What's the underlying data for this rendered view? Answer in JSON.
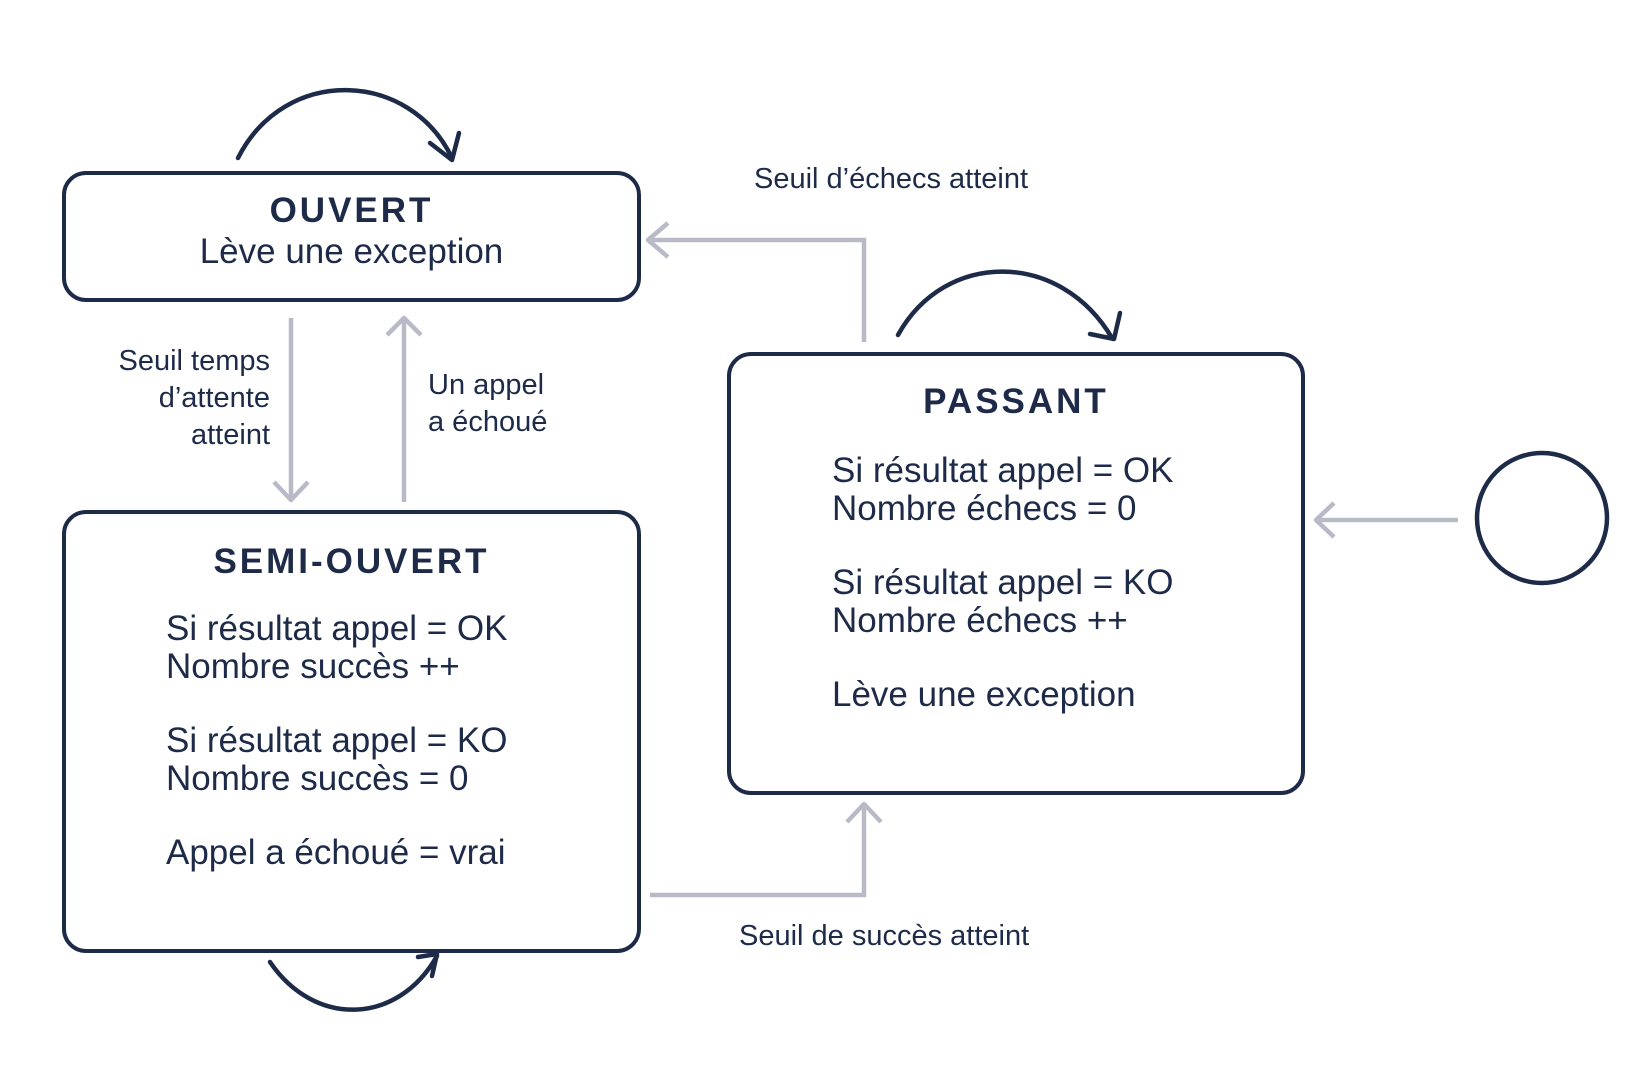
{
  "states": {
    "ouvert": {
      "title": "OUVERT",
      "subtitle": "Lève une exception"
    },
    "semi_ouvert": {
      "title": "SEMI-OUVERT",
      "lines": [
        "Si résultat appel = OK",
        "Nombre succès ++",
        "Si résultat appel = KO",
        "Nombre succès = 0",
        "Appel a échoué = vrai"
      ]
    },
    "passant": {
      "title": "PASSANT",
      "lines": [
        "Si résultat appel = OK",
        "Nombre échecs = 0",
        "Si résultat appel = KO",
        "Nombre échecs ++",
        "Lève une exception"
      ]
    }
  },
  "transitions": {
    "passant_to_ouvert": "Seuil d’échecs atteint",
    "ouvert_to_semi_line1": "Seuil temps",
    "ouvert_to_semi_line2": "d’attente",
    "ouvert_to_semi_line3": "atteint",
    "semi_to_ouvert_line1": "Un appel",
    "semi_to_ouvert_line2": "a échoué",
    "semi_to_passant": "Seuil de succès atteint"
  },
  "colors": {
    "state_border": "#1d2a48",
    "transition_arrow": "#b9bac8",
    "text": "#1d2a48"
  }
}
